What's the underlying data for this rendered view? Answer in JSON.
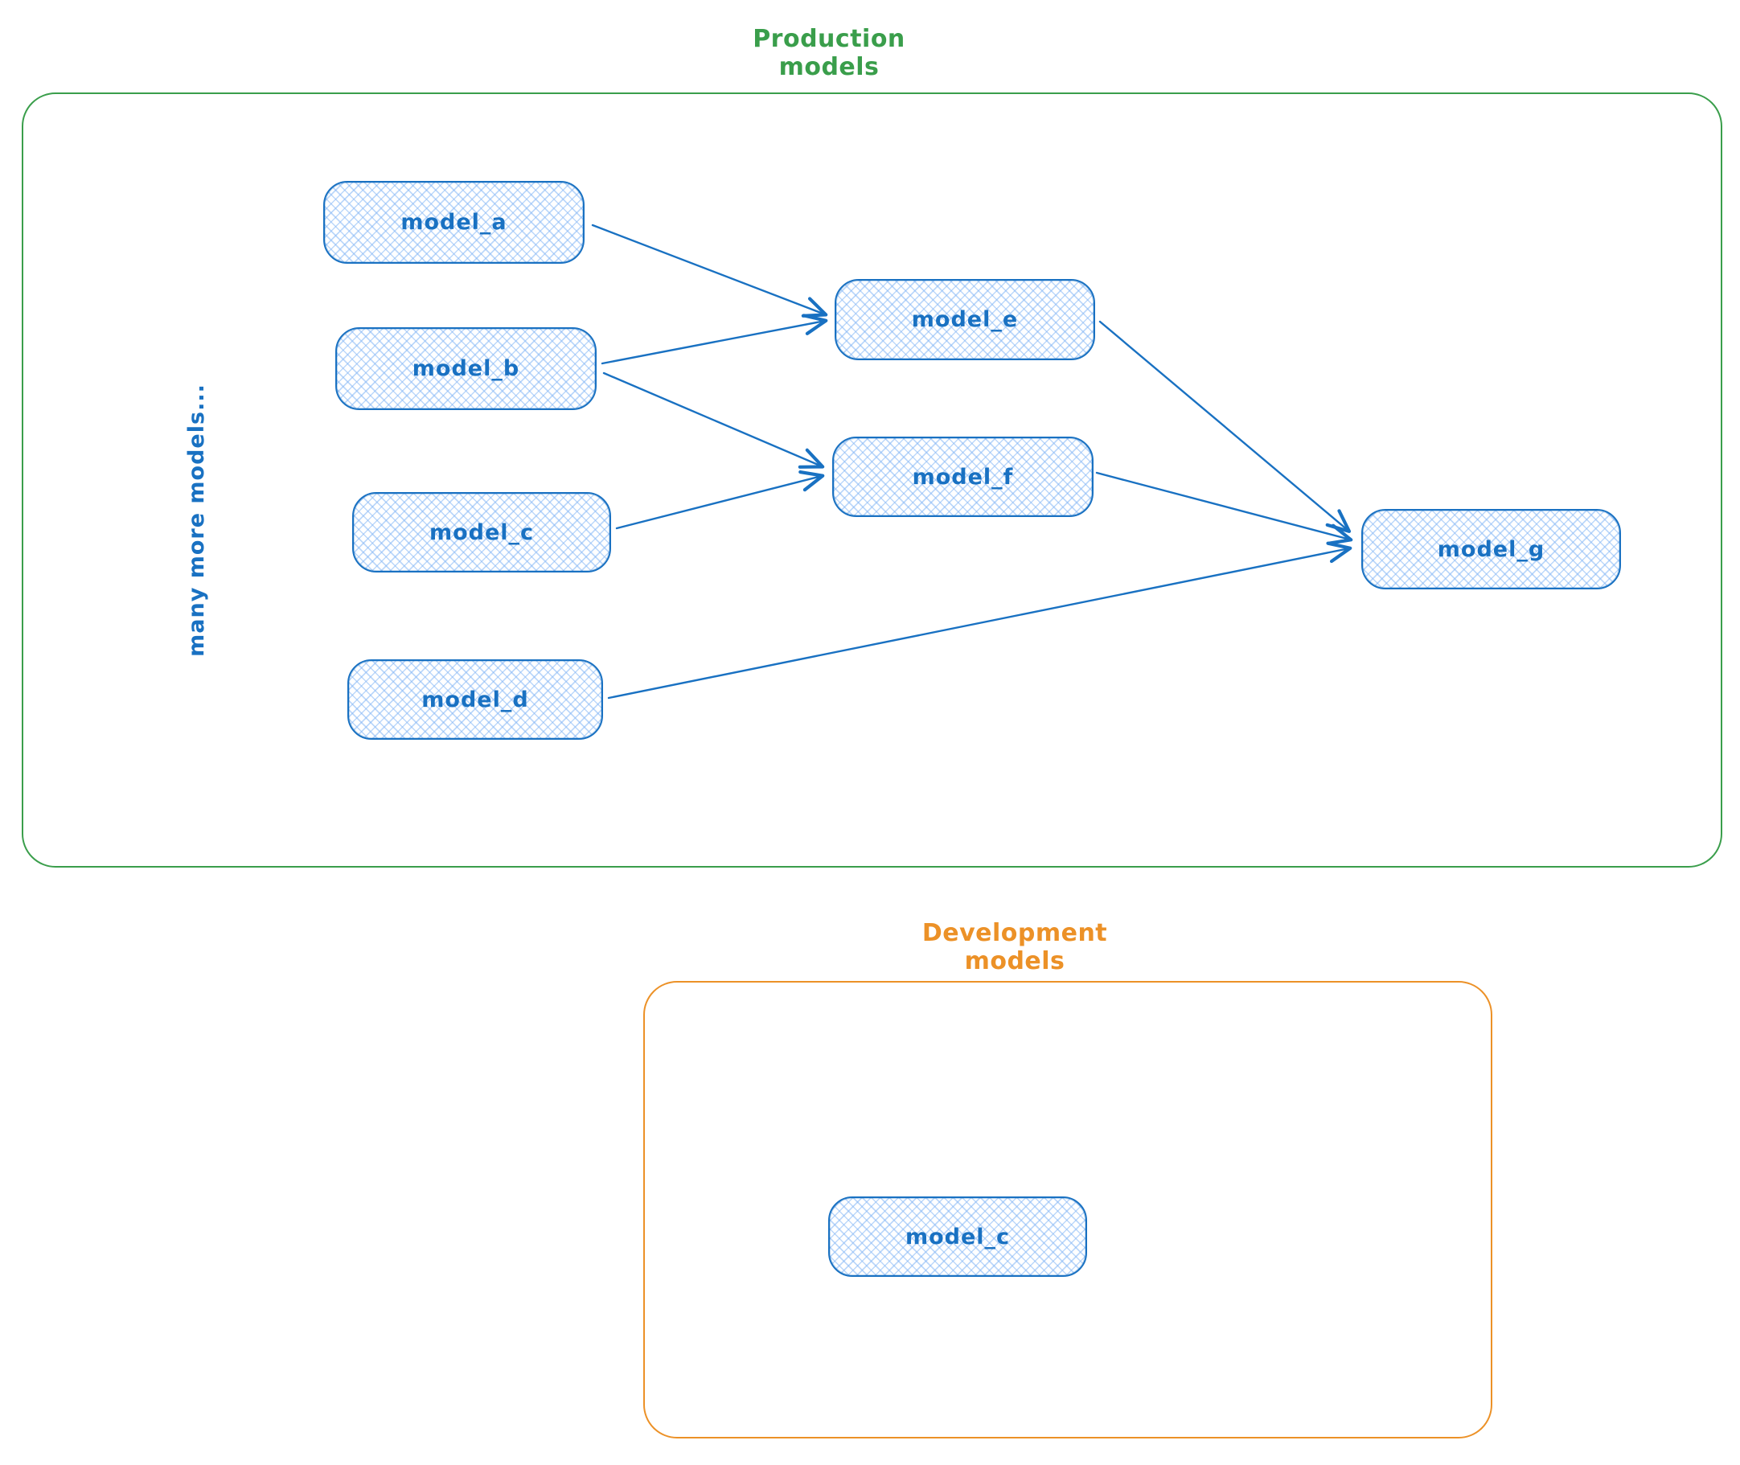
{
  "titles": {
    "production": "Production models",
    "development": "Development models"
  },
  "annotation": {
    "vertical_label": "many more models..."
  },
  "colors": {
    "production_border": "#3a9e4b",
    "development_border": "#ec9127",
    "node_border": "#1971c2",
    "node_text": "#1971c2",
    "edge_color": "#1971c2"
  },
  "nodes": [
    {
      "id": "model_a",
      "label": "model_a",
      "group": "production"
    },
    {
      "id": "model_b",
      "label": "model_b",
      "group": "production"
    },
    {
      "id": "model_c",
      "label": "model_c",
      "group": "production"
    },
    {
      "id": "model_d",
      "label": "model_d",
      "group": "production"
    },
    {
      "id": "model_e",
      "label": "model_e",
      "group": "production"
    },
    {
      "id": "model_f",
      "label": "model_f",
      "group": "production"
    },
    {
      "id": "model_g",
      "label": "model_g",
      "group": "production"
    },
    {
      "id": "model_c_dev",
      "label": "model_c",
      "group": "development"
    }
  ],
  "edges": [
    {
      "from": "model_a",
      "to": "model_e"
    },
    {
      "from": "model_b",
      "to": "model_e"
    },
    {
      "from": "model_b",
      "to": "model_f"
    },
    {
      "from": "model_c",
      "to": "model_f"
    },
    {
      "from": "model_d",
      "to": "model_g"
    },
    {
      "from": "model_e",
      "to": "model_g"
    },
    {
      "from": "model_f",
      "to": "model_g"
    }
  ]
}
